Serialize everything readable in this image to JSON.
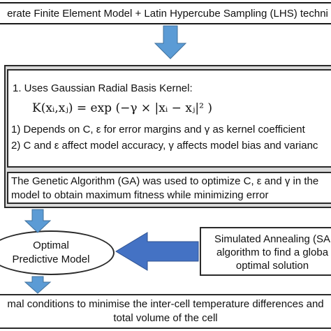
{
  "top_box": {
    "text": "erate Finite Element Model + Latin Hypercube Sampling (LHS) techni"
  },
  "svr_box": {
    "item1": "1.  Uses Gaussian Radial Basis Kernel:",
    "formula": "K(xᵢ,xⱼ) = exp (−γ × |xᵢ − xⱼ|² )",
    "item2": "1)  Depends on C, ε for error margins and γ as kernel coefficient",
    "item3": "2)  C and ε affect model accuracy, γ affects model bias and varianc"
  },
  "ga_box": {
    "line1": "The Genetic Algorithm (GA) was used to optimize C, ε and γ in the",
    "line2": "model to obtain maximum fitness while minimizing error"
  },
  "optimal_model": {
    "line1": "Optimal",
    "line2": "Predictive Model"
  },
  "sa_box": {
    "line1": "Simulated Annealing (SA",
    "line2": "algorithm to find a globa",
    "line3": "optimal solution"
  },
  "bottom_box": {
    "line1": "mal conditions to minimise the inter-cell temperature differences and",
    "line2": "total volume of the cell"
  },
  "colors": {
    "arrow_blue": "#5b9bd5",
    "outer_gray": "#d9d9d9"
  }
}
